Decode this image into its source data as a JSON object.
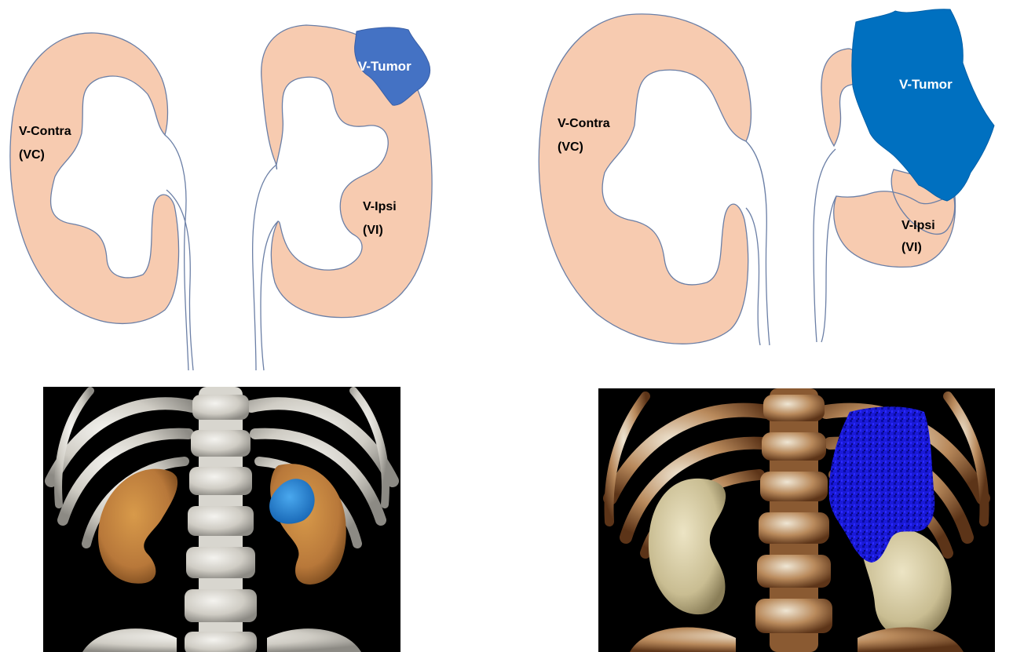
{
  "left_diagram": {
    "contra_label_line1": "V-Contra",
    "contra_label_line2": "(VC)",
    "ipsi_label_line1": "V-Ipsi",
    "ipsi_label_line2": "(VI)",
    "tumor_label": "V-Tumor"
  },
  "right_diagram": {
    "contra_label_line1": "V-Contra",
    "contra_label_line2": "(VC)",
    "ipsi_label_line1": "V-Ipsi",
    "ipsi_label_line2": "(VI)",
    "tumor_label": "V-Tumor"
  },
  "colors": {
    "kidney_fill": "#f7cbb0",
    "kidney_outline": "#6b7fa6",
    "tumor_small": "#4472c4",
    "tumor_large": "#0070c0",
    "ct_background": "#000000",
    "ct_bone": "#e6e4de",
    "ct_kidney_left": "#c88a3e",
    "ct_kidney_right": "#d9cfa8",
    "ct_tumor_small": "#2a8fd8",
    "ct_tumor_large": "#1a1ad8"
  }
}
